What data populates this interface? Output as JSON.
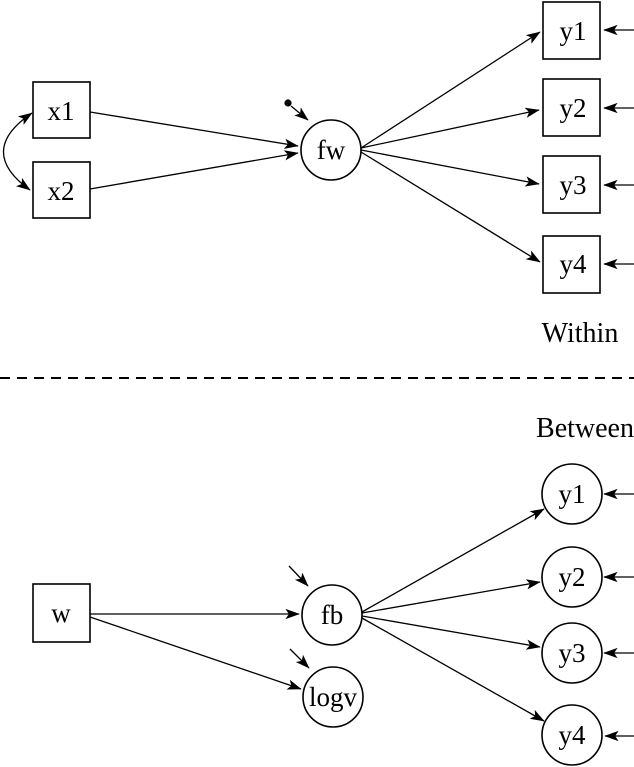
{
  "figure": {
    "type": "multilevel-sem-path-diagram",
    "background_color": "#ffffff",
    "ink_color": "#000000"
  },
  "within": {
    "section_label": "Within",
    "covariates": [
      {
        "label": "x1"
      },
      {
        "label": "x2"
      }
    ],
    "factor": {
      "label": "fw"
    },
    "indicators": [
      {
        "label": "y1"
      },
      {
        "label": "y2"
      },
      {
        "label": "y3"
      },
      {
        "label": "y4"
      }
    ],
    "edges": [
      {
        "from": "x1",
        "to": "fw",
        "type": "regression-arrow"
      },
      {
        "from": "x2",
        "to": "fw",
        "type": "regression-arrow"
      },
      {
        "from": "x1",
        "to": "x2",
        "type": "covariance-double-arrow"
      },
      {
        "from": "residual-dot",
        "to": "fw",
        "type": "residual-arrow-with-dot"
      },
      {
        "from": "fw",
        "to": "y1",
        "type": "loading-arrow-with-dot"
      },
      {
        "from": "fw",
        "to": "y2",
        "type": "loading-arrow-with-dot"
      },
      {
        "from": "fw",
        "to": "y3",
        "type": "loading-arrow-with-dot"
      },
      {
        "from": "fw",
        "to": "y4",
        "type": "loading-arrow-with-dot"
      },
      {
        "from": "edge",
        "to": "y1",
        "type": "residual-arrow"
      },
      {
        "from": "edge",
        "to": "y2",
        "type": "residual-arrow"
      },
      {
        "from": "edge",
        "to": "y3",
        "type": "residual-arrow"
      },
      {
        "from": "edge",
        "to": "y4",
        "type": "residual-arrow"
      }
    ]
  },
  "between": {
    "section_label": "Between",
    "covariate": {
      "label": "w"
    },
    "factor": {
      "label": "fb"
    },
    "log_variance": {
      "label": "logv"
    },
    "indicators": [
      {
        "label": "y1"
      },
      {
        "label": "y2"
      },
      {
        "label": "y3"
      },
      {
        "label": "y4"
      }
    ],
    "edges": [
      {
        "from": "w",
        "to": "fb",
        "type": "regression-arrow"
      },
      {
        "from": "w",
        "to": "logv",
        "type": "regression-arrow"
      },
      {
        "from": "residual",
        "to": "fb",
        "type": "residual-arrow"
      },
      {
        "from": "residual",
        "to": "logv",
        "type": "residual-arrow"
      },
      {
        "from": "fb",
        "to": "y1",
        "type": "loading-arrow"
      },
      {
        "from": "fb",
        "to": "y2",
        "type": "loading-arrow"
      },
      {
        "from": "fb",
        "to": "y3",
        "type": "loading-arrow"
      },
      {
        "from": "fb",
        "to": "y4",
        "type": "loading-arrow"
      },
      {
        "from": "edge",
        "to": "y1",
        "type": "residual-arrow"
      },
      {
        "from": "edge",
        "to": "y2",
        "type": "residual-arrow"
      },
      {
        "from": "edge",
        "to": "y3",
        "type": "residual-arrow"
      },
      {
        "from": "edge",
        "to": "y4",
        "type": "residual-arrow"
      }
    ]
  }
}
